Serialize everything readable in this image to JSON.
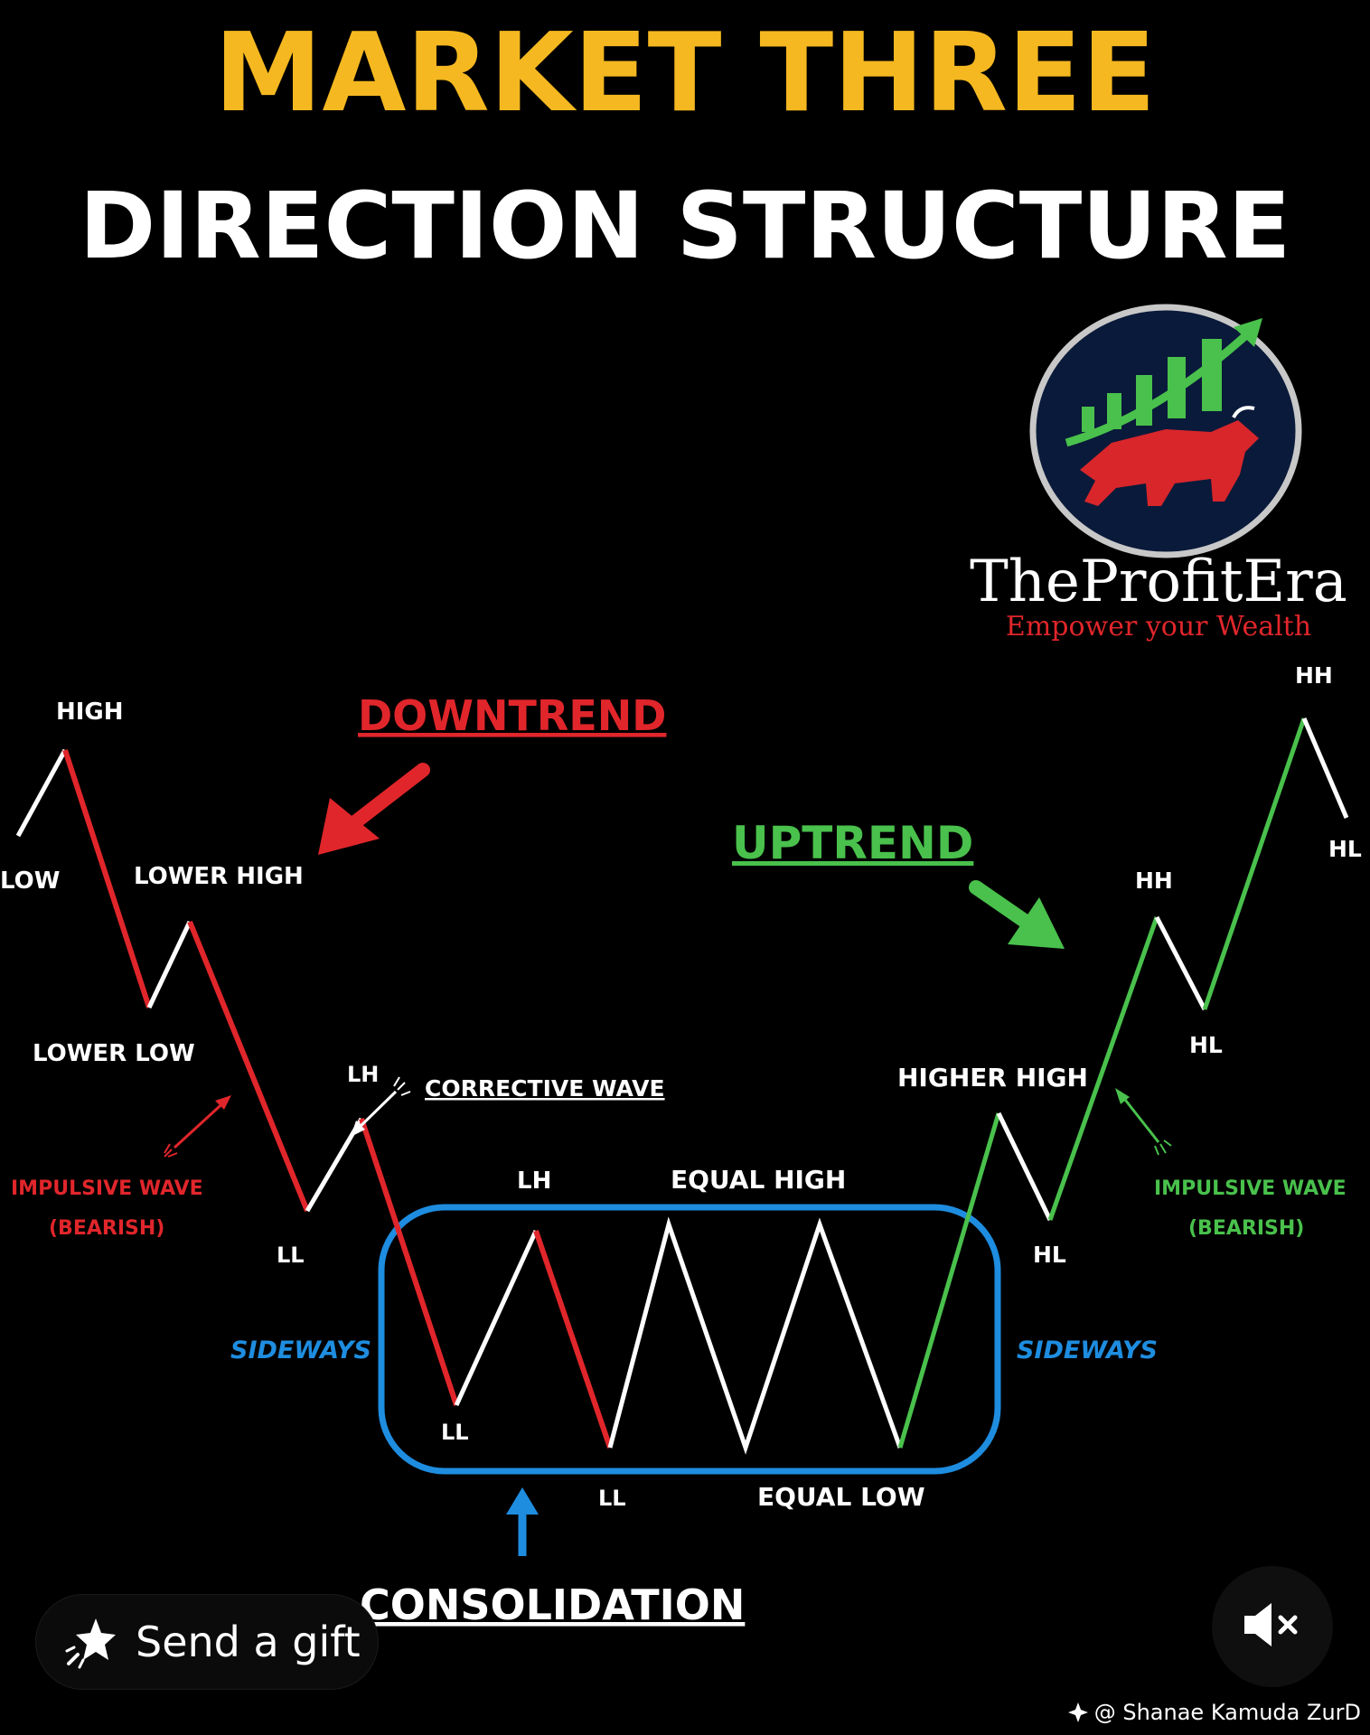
{
  "header": {
    "title_line1": "MARKET THREE",
    "title_line2": "DIRECTION STRUCTURE"
  },
  "logo": {
    "name": "TheProfitEra",
    "tagline": "Empower your Wealth",
    "icon": "bull-chart-logo"
  },
  "sections": {
    "downtrend": "DOWNTREND",
    "uptrend": "UPTREND",
    "consolidation": "CONSOLIDATION"
  },
  "labels": {
    "high": "HIGH",
    "low": "LOW",
    "lower_high": "LOWER HIGH",
    "lower_low": "LOWER LOW",
    "lh_down": "LH",
    "corrective_wave": "CORRECTIVE WAVE",
    "impulsive_left_1": "IMPULSIVE WAVE",
    "impulsive_left_2": "(BEARISH)",
    "ll_left": "LL",
    "sideways_left": "SIDEWAYS",
    "ll_box1": "LL",
    "lh_box": "LH",
    "equal_high": "EQUAL HIGH",
    "ll_box2": "LL",
    "equal_low": "EQUAL LOW",
    "higher_high": "HIGHER HIGH",
    "hl_1": "HL",
    "sideways_right": "SIDEWAYS",
    "impulsive_right_1": "IMPULSIVE WAVE",
    "impulsive_right_2": "(BEARISH)",
    "hl_2": "HL",
    "hh_1": "HH",
    "hh_2": "HH",
    "hl_3": "HL"
  },
  "overlay": {
    "gift_label": "Send a gift",
    "gift_icon": "gift-star-icon",
    "mute_icon": "speaker-muted-icon",
    "credit": "@ Shanae Kamuda ZurD",
    "credit_icon": "sparkle-icon"
  },
  "colors": {
    "background": "#000000",
    "title_yellow": "#f5b820",
    "down_red": "#e0262b",
    "up_green": "#49c14c",
    "box_blue": "#1e8de0",
    "line_white": "#ffffff"
  }
}
